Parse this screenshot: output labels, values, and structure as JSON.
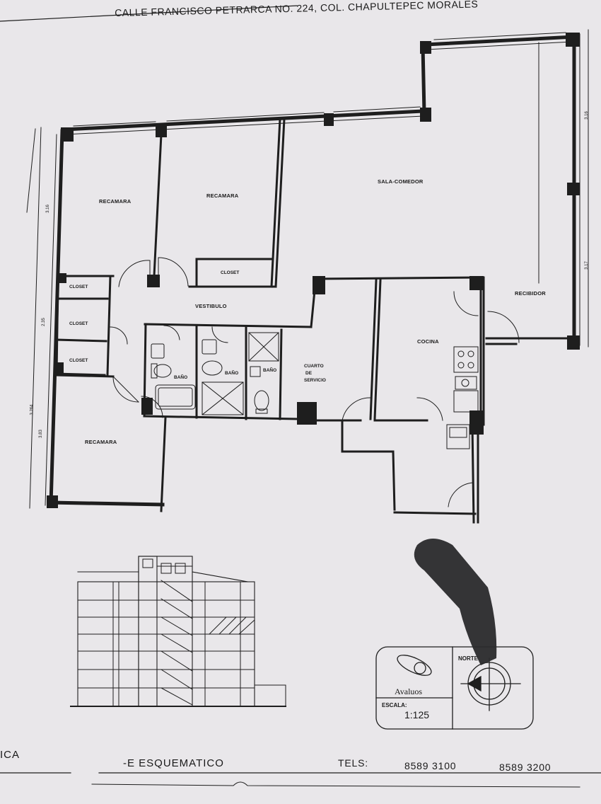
{
  "address": "CALLE FRANCISCO PETRARCA NO. 224, COL. CHAPULTEPEC MORALES",
  "rooms": {
    "recamara_1": "RECAMARA",
    "recamara_2": "RECAMARA",
    "recamara_3": "RECAMARA",
    "sala_comedor": "SALA-COMEDOR",
    "closet_top": "CLOSET",
    "closet_1": "CLOSET",
    "closet_2": "CLOSET",
    "closet_3": "CLOSET",
    "vestibulo": "VESTIBULO",
    "bano_1": "BAÑO",
    "bano_2": "BAÑO",
    "bano_3": "BAÑO",
    "cuarto_servicio_1": "CUARTO",
    "cuarto_servicio_2": "DE",
    "cuarto_servicio_3": "SERVICIO",
    "cocina": "COCINA",
    "recibidor": "RECIBIDOR"
  },
  "dimensions": {
    "left_a": "3.16",
    "left_b": "2.35",
    "left_c": "3.83",
    "left_total": "3.264",
    "right_a": "3.16",
    "right_b": "3.17"
  },
  "legend": {
    "brand": "Avaluos",
    "scale_label": "ESCALA:",
    "scale_value": "1:125",
    "north_label": "NORTE"
  },
  "footer": {
    "left_fragment": "ICA",
    "title": "-E ESQUEMATICO",
    "tels_label": "TELS:",
    "phone_1": "8589 3100",
    "phone_2": "8589 3200"
  }
}
